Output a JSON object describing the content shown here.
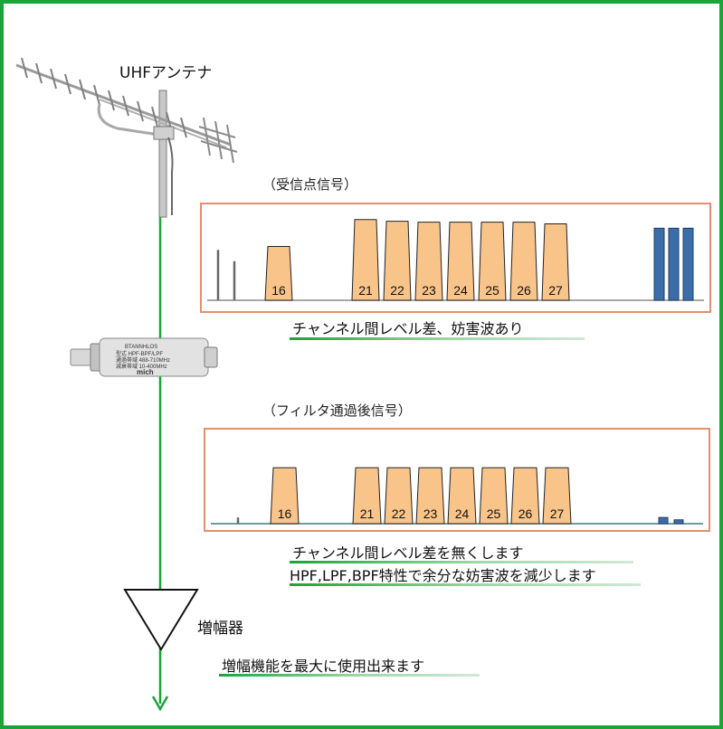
{
  "antenna": {
    "label": "UHFアンテナ"
  },
  "received_panel": {
    "title": "（受信点信号）",
    "note": "チャンネル間レベル差、妨害波あり",
    "channels": [
      {
        "ch": "16",
        "level": 0.62
      },
      {
        "ch": "21",
        "level": 0.93
      },
      {
        "ch": "22",
        "level": 0.91
      },
      {
        "ch": "23",
        "level": 0.9
      },
      {
        "ch": "24",
        "level": 0.9
      },
      {
        "ch": "25",
        "level": 0.9
      },
      {
        "ch": "26",
        "level": 0.9
      },
      {
        "ch": "27",
        "level": 0.88
      }
    ],
    "interference_lines": [
      0.58,
      0.45
    ],
    "interference_bars": [
      0.83,
      0.83,
      0.83
    ]
  },
  "filtered_panel": {
    "title": "（フィルタ通過後信号）",
    "note1": "チャンネル間レベル差を無くします",
    "note2": "HPF,LPF,BPF特性で余分な妨害波を減少します",
    "channels": [
      {
        "ch": "16",
        "level": 0.72
      },
      {
        "ch": "21",
        "level": 0.72
      },
      {
        "ch": "22",
        "level": 0.72
      },
      {
        "ch": "23",
        "level": 0.72
      },
      {
        "ch": "24",
        "level": 0.72
      },
      {
        "ch": "25",
        "level": 0.72
      },
      {
        "ch": "26",
        "level": 0.72
      },
      {
        "ch": "27",
        "level": 0.72
      }
    ],
    "interference_lines": [
      0.08
    ],
    "interference_bars": [
      0.08,
      0.05
    ]
  },
  "filter_device": {
    "line1": "BTANNHLOS",
    "line2": "型式 HPF-BPF/LPF",
    "line3": "通過帯域 488-710MHz",
    "line4": "減衰帯域 10-400MHz",
    "brand": "mich"
  },
  "amplifier": {
    "label": "増幅器",
    "note": "増幅機能を最大に使用出来ます"
  },
  "colors": {
    "border": "#1aa43a",
    "signal_line": "#1aa43a",
    "panel_border": "#e58f6e",
    "channel_fill": "#f9c48a",
    "interference_fill": "#3b6ea8",
    "baseline_received": "#8a8a8a",
    "baseline_filtered": "#3e7f7a"
  }
}
